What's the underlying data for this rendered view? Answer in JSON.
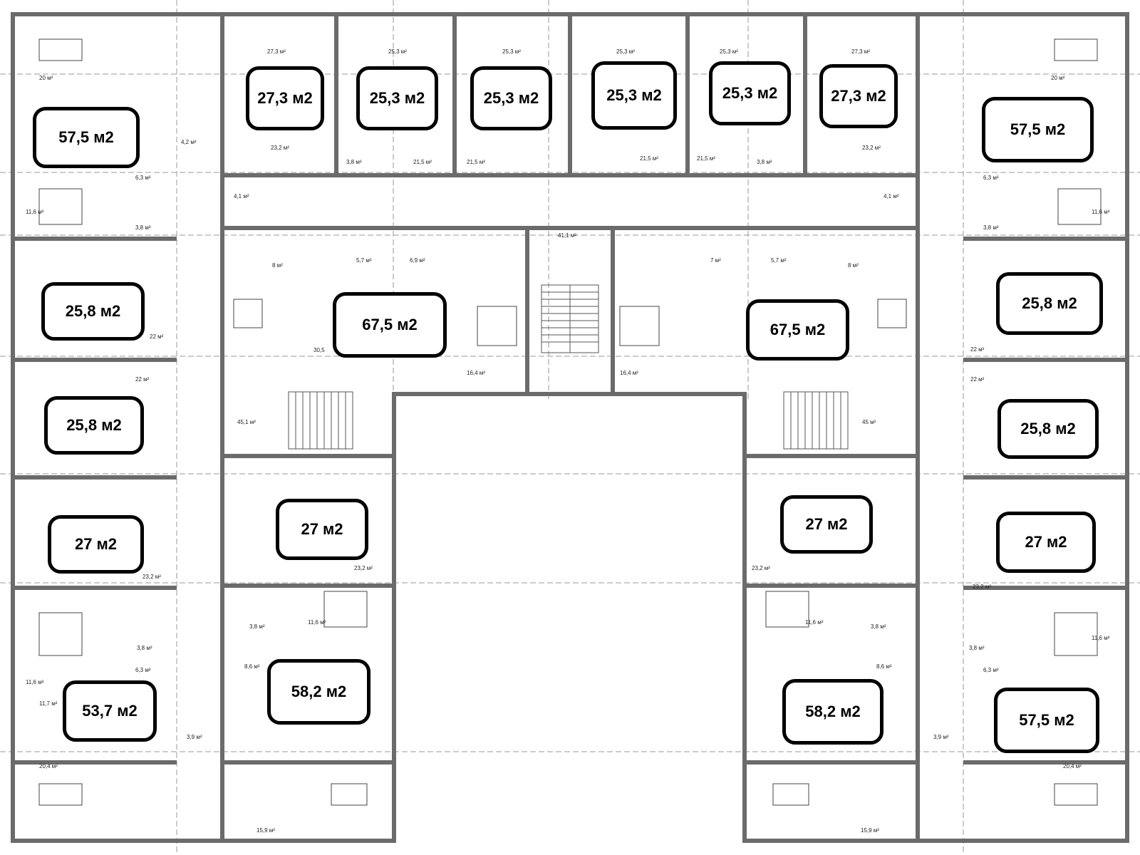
{
  "apartments": [
    {
      "id": "a1",
      "area": "57,5 м2"
    },
    {
      "id": "a2",
      "area": "27,3 м2"
    },
    {
      "id": "a3",
      "area": "25,3 м2"
    },
    {
      "id": "a4",
      "area": "25,3 м2"
    },
    {
      "id": "a5",
      "area": "25,3 м2"
    },
    {
      "id": "a6",
      "area": "25,3 м2"
    },
    {
      "id": "a7",
      "area": "27,3 м2"
    },
    {
      "id": "a8",
      "area": "57,5 м2"
    },
    {
      "id": "a9",
      "area": "25,8 м2"
    },
    {
      "id": "a10",
      "area": "67,5 м2"
    },
    {
      "id": "a11",
      "area": "67,5 м2"
    },
    {
      "id": "a12",
      "area": "25,8 м2"
    },
    {
      "id": "a13",
      "area": "25,8 м2"
    },
    {
      "id": "a14",
      "area": "25,8 м2"
    },
    {
      "id": "a15",
      "area": "27 м2"
    },
    {
      "id": "a16",
      "area": "27 м2"
    },
    {
      "id": "a17",
      "area": "27 м2"
    },
    {
      "id": "a18",
      "area": "27 м2"
    },
    {
      "id": "a19",
      "area": "53,7 м2"
    },
    {
      "id": "a20",
      "area": "58,2 м2"
    },
    {
      "id": "a21",
      "area": "58,2 м2"
    },
    {
      "id": "a22",
      "area": "57,5 м2"
    }
  ],
  "rooms": [
    {
      "id": "r1",
      "label": "20 м²"
    },
    {
      "id": "r2",
      "label": "4,2 м²"
    },
    {
      "id": "r3",
      "label": "6,3 м²"
    },
    {
      "id": "r4",
      "label": "11,6 м²"
    },
    {
      "id": "r5",
      "label": "3,8 м²"
    },
    {
      "id": "r6",
      "label": "27,3 м²"
    },
    {
      "id": "r7",
      "label": "25,3 м²"
    },
    {
      "id": "r8",
      "label": "23,2 м²"
    },
    {
      "id": "r9",
      "label": "3,8 м²"
    },
    {
      "id": "r10",
      "label": "21,5 м²"
    },
    {
      "id": "r11",
      "label": "4,1 м²"
    },
    {
      "id": "r12",
      "label": "41,1 м²"
    },
    {
      "id": "r13",
      "label": "8 м²"
    },
    {
      "id": "r14",
      "label": "5,7 м²"
    },
    {
      "id": "r15",
      "label": "6,9 м²"
    },
    {
      "id": "r16",
      "label": "7 м²"
    },
    {
      "id": "r17",
      "label": "30,5"
    },
    {
      "id": "r18",
      "label": "16,4 м²"
    },
    {
      "id": "r19",
      "label": "22 м²"
    },
    {
      "id": "r20",
      "label": "45,1 м²"
    },
    {
      "id": "r21",
      "label": "45 м²"
    },
    {
      "id": "r22",
      "label": "23,2 м²"
    },
    {
      "id": "r23",
      "label": "8,6 м²"
    },
    {
      "id": "r24",
      "label": "11,7 м²"
    },
    {
      "id": "r25",
      "label": "20,4 м²"
    },
    {
      "id": "r26",
      "label": "15,9 м²"
    },
    {
      "id": "r27",
      "label": "3,9 м²"
    }
  ]
}
